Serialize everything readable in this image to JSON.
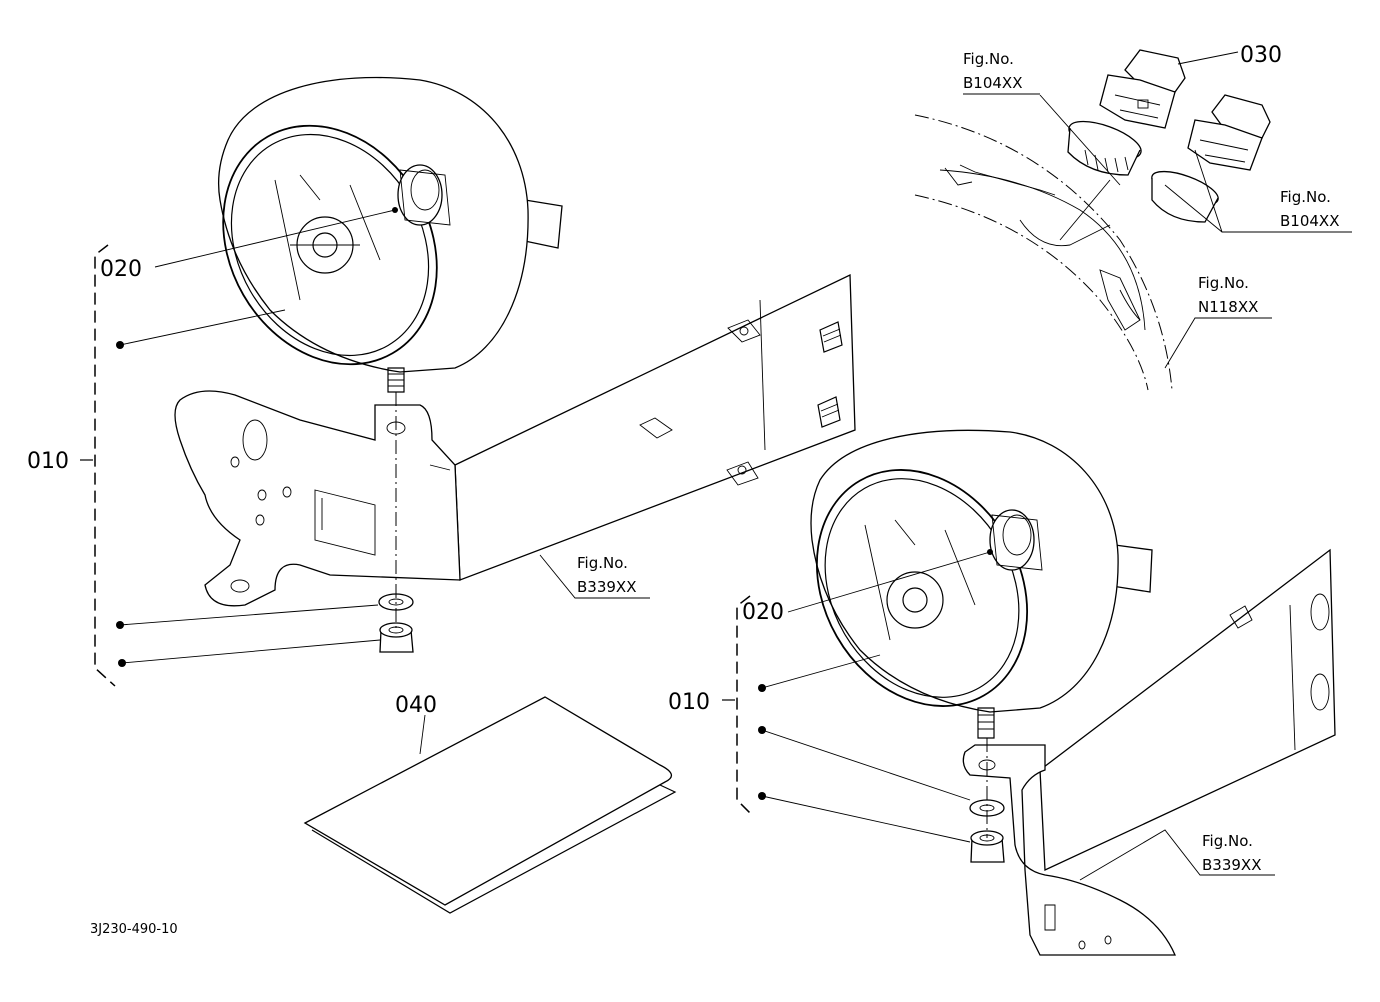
{
  "diagram": {
    "part_labels": {
      "p010_left": "010",
      "p020_left": "020",
      "p010_right": "010",
      "p020_right": "020",
      "p030": "030",
      "p040": "040"
    },
    "figure_refs": {
      "ref_b104_top": [
        "Fig.No.",
        "B104XX"
      ],
      "ref_b104_right": [
        "Fig.No.",
        "B104XX"
      ],
      "ref_n118": [
        "Fig.No.",
        "N118XX"
      ],
      "ref_b339_left": [
        "Fig.No.",
        "B339XX"
      ],
      "ref_b339_right": [
        "Fig.No.",
        "B339XX"
      ]
    },
    "drawing_code": "3J230-490-10"
  }
}
